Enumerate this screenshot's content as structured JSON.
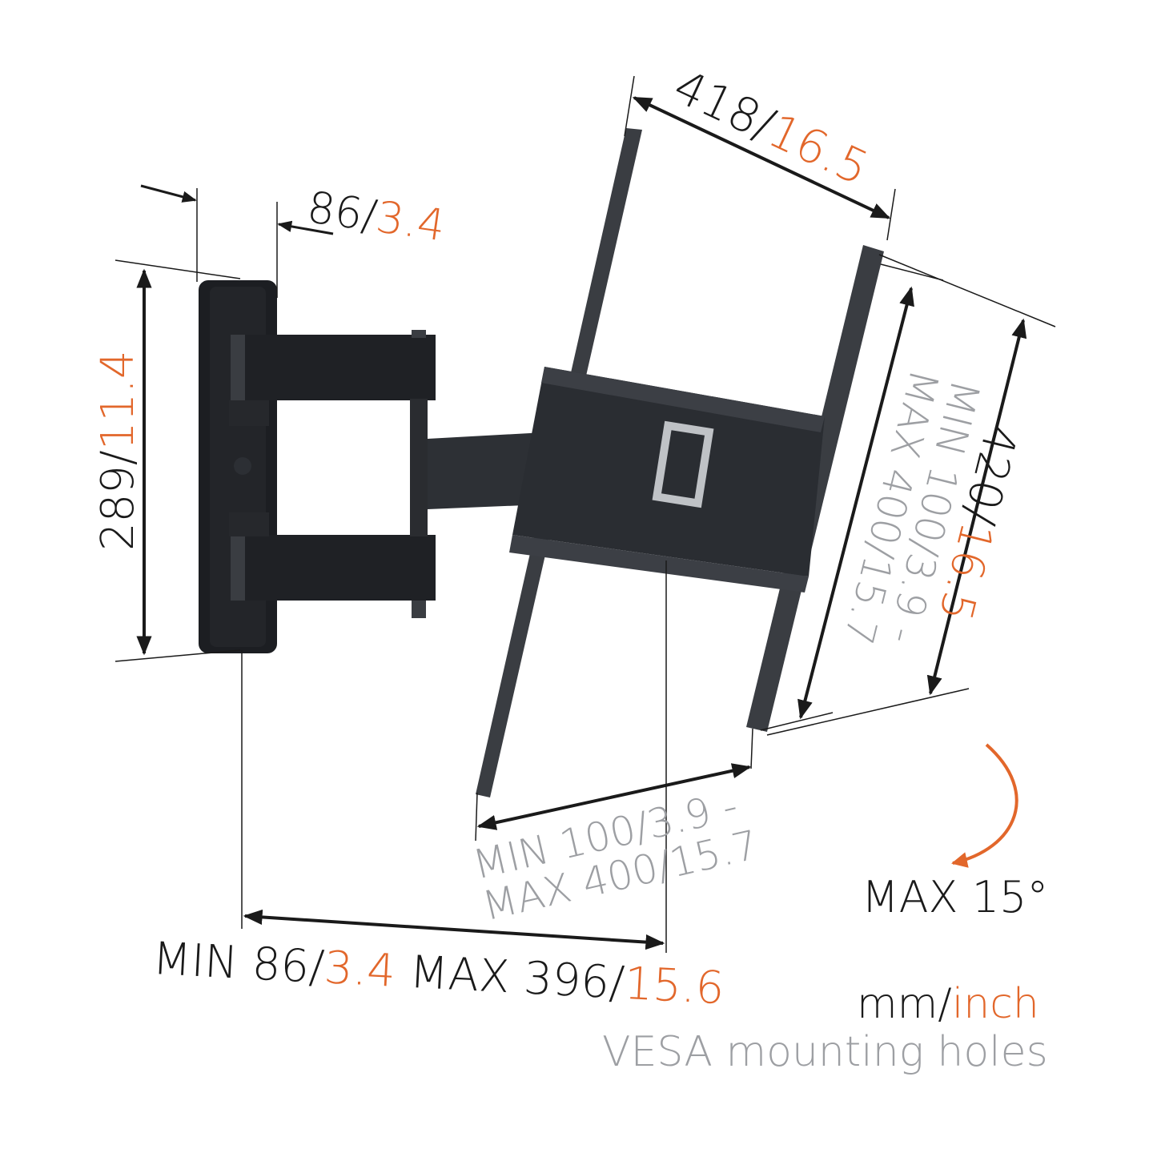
{
  "diagram": {
    "subject": "Full-motion TV wall mount dimensions",
    "colors": {
      "metric": "#1a1a1a",
      "imperial": "#e2672b",
      "vesa": "#9d9fa3",
      "mount": "#1c1e22",
      "plate": "#3a3d42"
    }
  },
  "dimensions": {
    "top_width": {
      "mm": "418/",
      "inch": "16.5"
    },
    "depth_offset": {
      "mm": "86/",
      "inch": "3.4"
    },
    "wall_plate_height": {
      "mm": "289/",
      "inch": "11.4"
    },
    "right_height": {
      "mm": "420/",
      "inch": "16.5"
    },
    "vesa_vertical": {
      "line1": "MIN 100/3.9 -",
      "line2": "MAX 400/15.7"
    },
    "vesa_horizontal": {
      "line1": "MIN 100/3.9 -",
      "line2": "MAX 400/15.7"
    },
    "extension": {
      "min_label": "MIN 86/",
      "min_inch": "3.4",
      "max_label": " MAX 396/",
      "max_inch": "15.6"
    },
    "tilt": {
      "label": "MAX 15°"
    }
  },
  "legend": {
    "unit_mm": "mm/",
    "unit_inch": "inch",
    "vesa_note": "VESA mounting holes"
  }
}
